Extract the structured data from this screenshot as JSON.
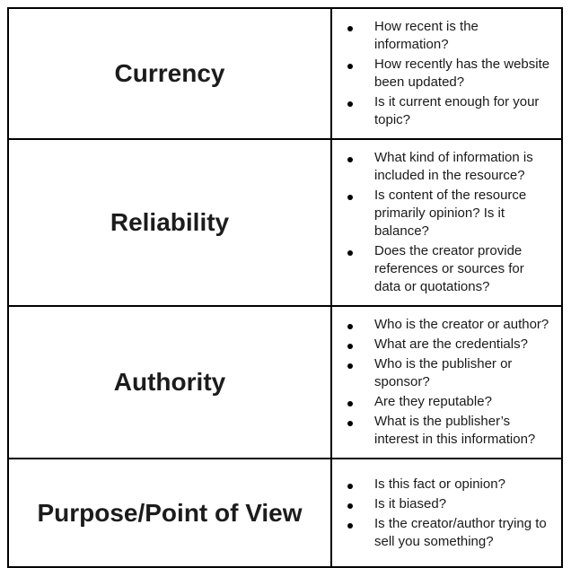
{
  "document": {
    "type": "evaluation-rubric-table",
    "colors": {
      "border": "#000000",
      "text": "#1a1a1a",
      "background": "#ffffff"
    },
    "rows": [
      {
        "criterion": "Currency",
        "questions": [
          "How recent is the information?",
          "How recently has the website been updated?",
          "Is it current enough for your topic?"
        ]
      },
      {
        "criterion": "Reliability",
        "questions": [
          "What kind of information is included in the resource?",
          "Is content of the resource primarily opinion? Is it balance?",
          "Does the creator provide references or sources for data or quotations?"
        ]
      },
      {
        "criterion": "Authority",
        "questions": [
          "Who is the creator or author?",
          "What are the credentials?",
          "Who is the publisher or sponsor?",
          "Are they reputable?",
          "What is the publisher’s interest in this information?"
        ]
      },
      {
        "criterion": "Purpose/Point of View",
        "questions": [
          "Is this fact or opinion?",
          "Is it biased?",
          "Is the creator/author trying to sell you something?"
        ]
      }
    ]
  }
}
